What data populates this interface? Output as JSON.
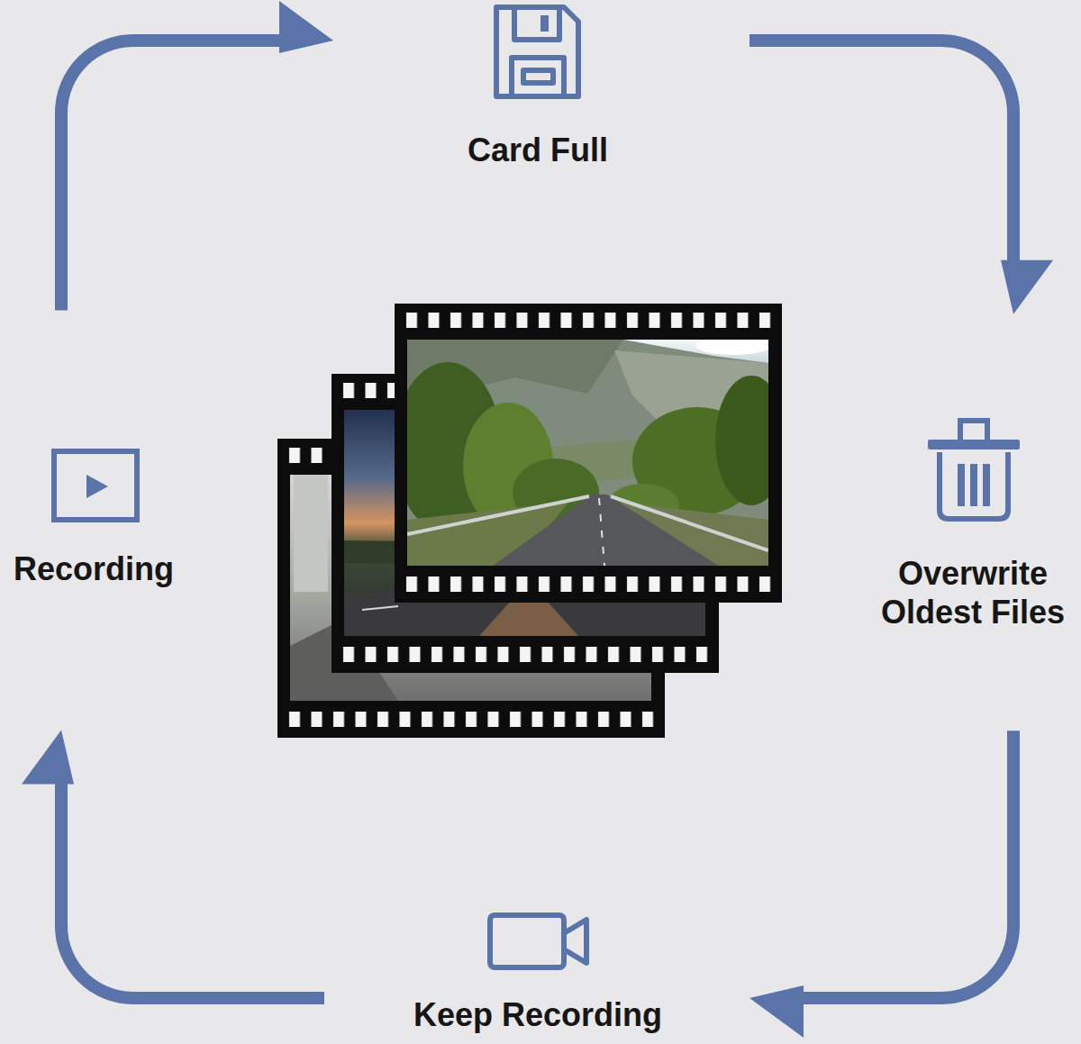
{
  "diagram": {
    "nodes": [
      {
        "text": [
          "Card Full"
        ]
      },
      {
        "text": [
          "Recording"
        ]
      },
      {
        "text": [
          "Overwrite Oldest Files"
        ]
      },
      {
        "text": [
          "Keep Recording"
        ]
      }
    ],
    "edges": [
      {
        "from": 0,
        "to": 2,
        "arrow": "to"
      },
      {
        "from": 2,
        "to": 3,
        "arrow": "to"
      },
      {
        "from": 3,
        "to": 1,
        "arrow": "to"
      },
      {
        "from": 1,
        "to": 0,
        "arrow": "to"
      }
    ]
  }
}
